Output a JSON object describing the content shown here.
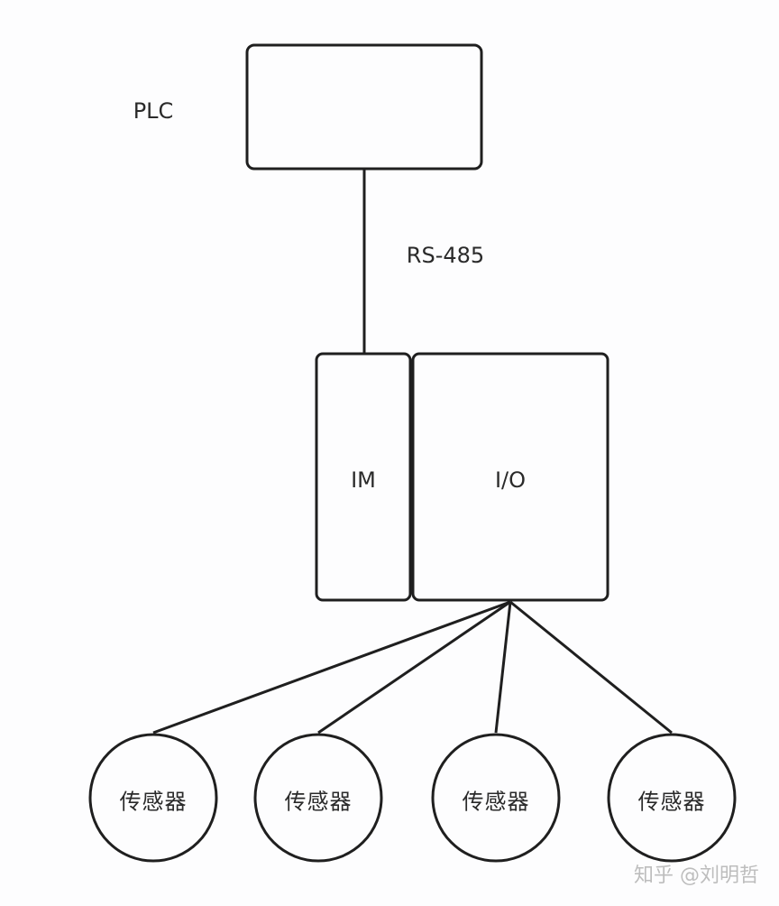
{
  "diagram": {
    "plc_label": "PLC",
    "bus_label": "RS-485",
    "im_label": "IM",
    "io_label": "I/O",
    "sensors": [
      {
        "label": "传感器"
      },
      {
        "label": "传感器"
      },
      {
        "label": "传感器"
      },
      {
        "label": "传感器"
      }
    ],
    "watermark": "知乎 @刘明哲",
    "colors": {
      "stroke": "#1f1f1f",
      "background": "#fdfdfe",
      "watermark": "#bdbdbd"
    }
  }
}
